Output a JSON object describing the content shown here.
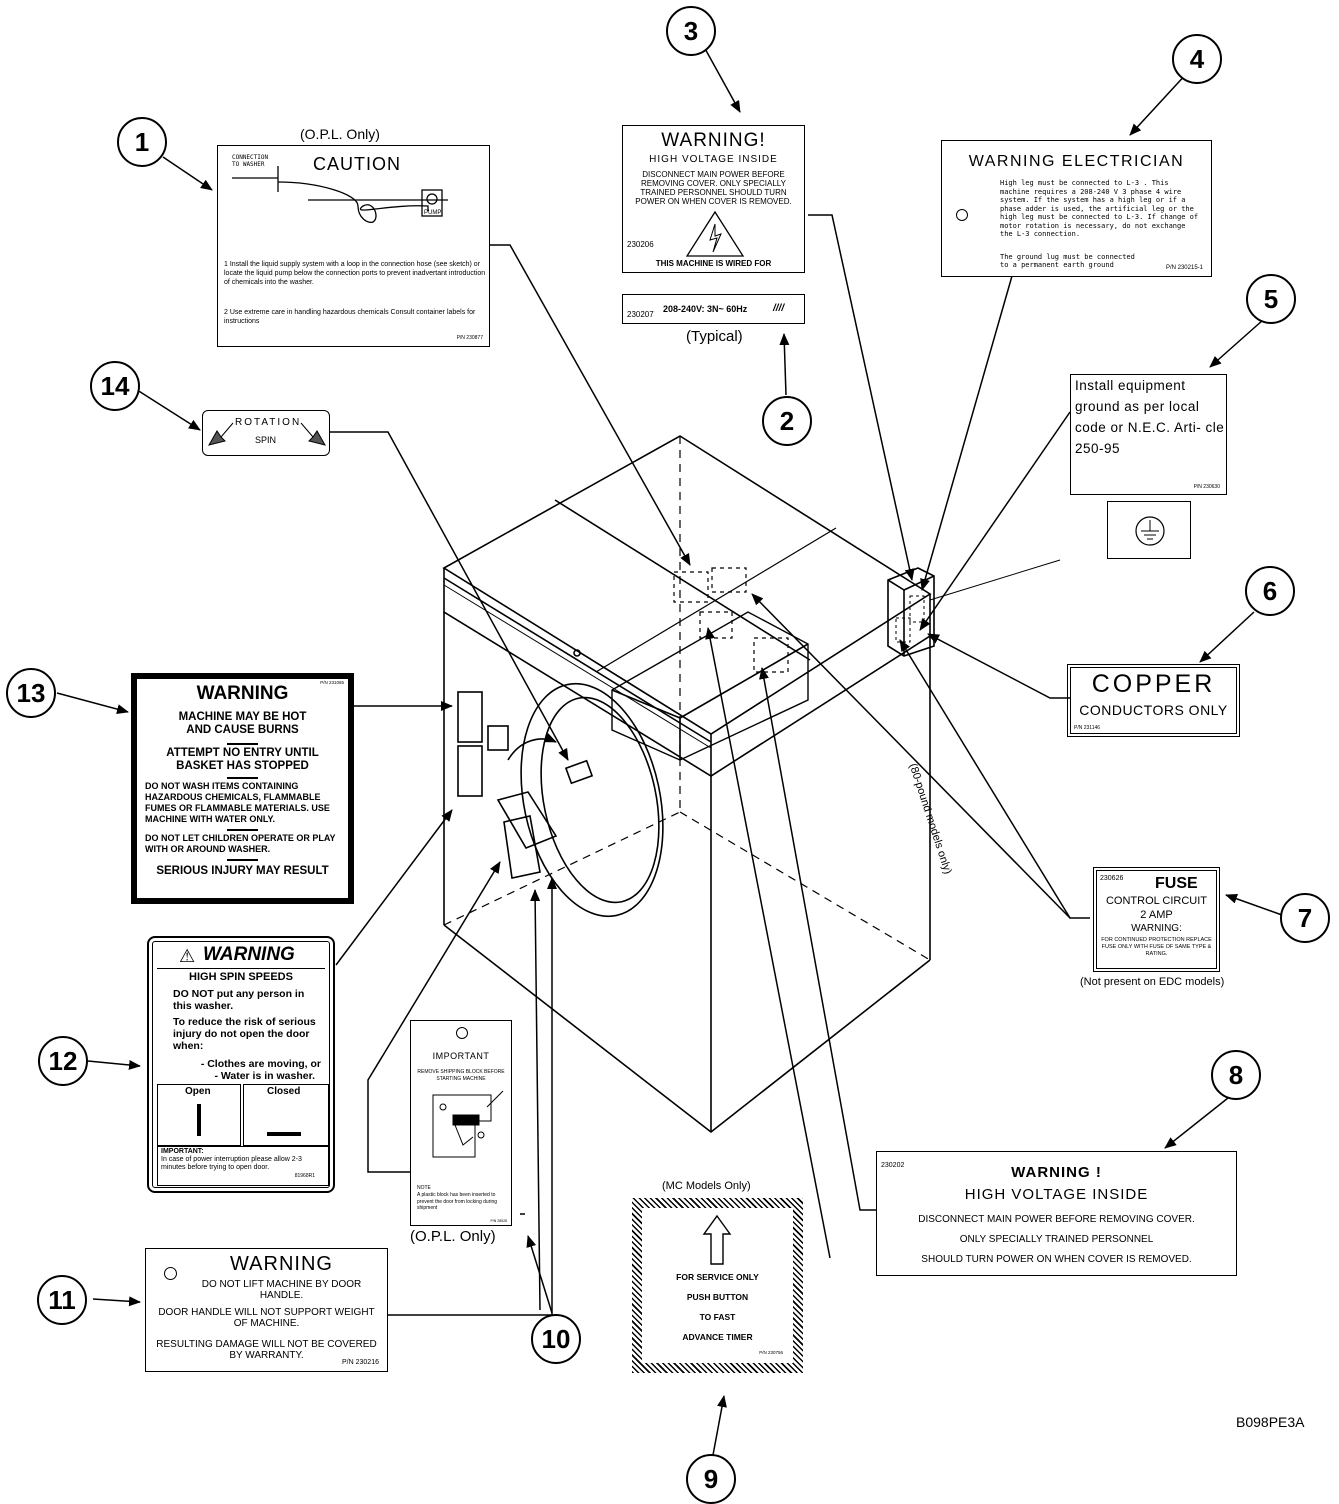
{
  "callouts": [
    "1",
    "2",
    "3",
    "4",
    "5",
    "6",
    "7",
    "8",
    "9",
    "10",
    "11",
    "12",
    "13",
    "14"
  ],
  "captions": {
    "opl_1": "(O.P.L. Only)",
    "typical": "(Typical)",
    "eighty_lb": "(80-pound models only)",
    "not_edc": "(Not present on EDC models)",
    "mc_only": "(MC Models Only)",
    "opl_10": "(O.P.L. Only)",
    "drawing_id": "B098PE3A"
  },
  "label1": {
    "connection": "CONNECTION TO WASHER",
    "title": "CAUTION",
    "pump": "PUMP",
    "item1": "1  Install the liquid supply system with a loop in the connection hose (see sketch) or locate the liquid pump below the connection ports to prevent inadvertant introduction of chemicals into the washer.",
    "item2": "2  Use extreme care in handling hazardous chemicals Consult container labels for instructions",
    "pn": "P/N 230877"
  },
  "label2": {
    "pn": "230207",
    "text": "208-240V: 3N~  60Hz",
    "hatch": "////"
  },
  "label3": {
    "title": "WARNING!",
    "sub": "HIGH VOLTAGE INSIDE",
    "body": "DISCONNECT MAIN POWER BEFORE REMOVING COVER. ONLY SPECIALLY TRAINED PERSONNEL SHOULD TURN POWER ON WHEN COVER IS REMOVED.",
    "pn": "230206",
    "footer": "THIS MACHINE IS WIRED FOR"
  },
  "label4": {
    "title": "WARNING ELECTRICIAN",
    "body": "High leg must be connected to L-3 . This machine requires a 208-240 V 3 phase 4 wire system. If the system has a high leg or if a phase adder is used, the artificial leg or the high leg must be connected to L-3. If change of motor rotation is necessary, do not exchange the L-3 connection.",
    "ground": "The ground lug must be connected to a permanent earth ground",
    "pn": "P/N 230215-1"
  },
  "label5": {
    "text": "Install equipment ground as per local code or N.E.C. Arti- cle 250-95",
    "pn": "P/N 230630"
  },
  "label6": {
    "title": "COPPER",
    "sub": "CONDUCTORS ONLY",
    "pn": "P/N 231146"
  },
  "label7": {
    "pn": "230626",
    "title": "FUSE",
    "l1": "CONTROL CIRCUIT",
    "l2": "2 AMP",
    "l3": "WARNING:",
    "l4": "FOR CONTINUED PROTECTION REPLACE FUSE ONLY WITH FUSE OF SAME TYPE & RATING."
  },
  "label8": {
    "pn": "230202",
    "title": "WARNING !",
    "sub": "HIGH VOLTAGE INSIDE",
    "l1": "DISCONNECT MAIN POWER BEFORE REMOVING COVER.",
    "l2": "ONLY SPECIALLY TRAINED PERSONNEL",
    "l3": "SHOULD TURN POWER ON WHEN COVER IS REMOVED."
  },
  "label9": {
    "l1": "FOR SERVICE ONLY",
    "l2": "PUSH BUTTON",
    "l3": "TO FAST",
    "l4": "ADVANCE TIMER",
    "pn": "P/N 230756"
  },
  "label10": {
    "title": "IMPORTANT",
    "sub": "REMOVE SHIPPING BLOCK BEFORE STARTING MACHINE",
    "note": "NOTE",
    "noteText": "A plastic block has been inserted to prevent the door from locking during shipment",
    "pn": "P/N 28528"
  },
  "label11": {
    "title": "WARNING",
    "l1": "DO NOT LIFT MACHINE BY DOOR HANDLE.",
    "l2": "DOOR HANDLE WILL NOT SUPPORT WEIGHT OF MACHINE.",
    "l3": "RESULTING DAMAGE WILL NOT BE COVERED BY WARRANTY.",
    "pn": "P/N 230216"
  },
  "label12": {
    "title": "WARNING",
    "sub": "HIGH SPIN SPEEDS",
    "p1": "DO NOT put any person in this washer.",
    "p2": "To reduce the risk of serious injury do not open the door when:",
    "b1": "- Clothes are moving, or",
    "b2": "- Water is in washer.",
    "open": "Open",
    "closed": "Closed",
    "imp": "IMPORTANT:",
    "impText": "In case of power interruption please allow 2-3 minutes before trying to open door.",
    "pn": "81968R1"
  },
  "label13": {
    "pn": "P/N 231065",
    "title": "WARNING",
    "s1": "MACHINE MAY BE HOT AND CAUSE BURNS",
    "s2": "ATTEMPT NO ENTRY UNTIL BASKET HAS STOPPED",
    "s3": "DO NOT WASH ITEMS CONTAINING HAZARDOUS CHEMICALS, FLAMMABLE FUMES OR FLAMMABLE MATERIALS. USE MACHINE WITH WATER ONLY.",
    "s4": "DO NOT LET CHILDREN OPERATE OR PLAY WITH OR AROUND WASHER.",
    "s5": "SERIOUS INJURY MAY RESULT"
  },
  "label14": {
    "rotation": "ROTATION",
    "spin": "SPIN"
  }
}
